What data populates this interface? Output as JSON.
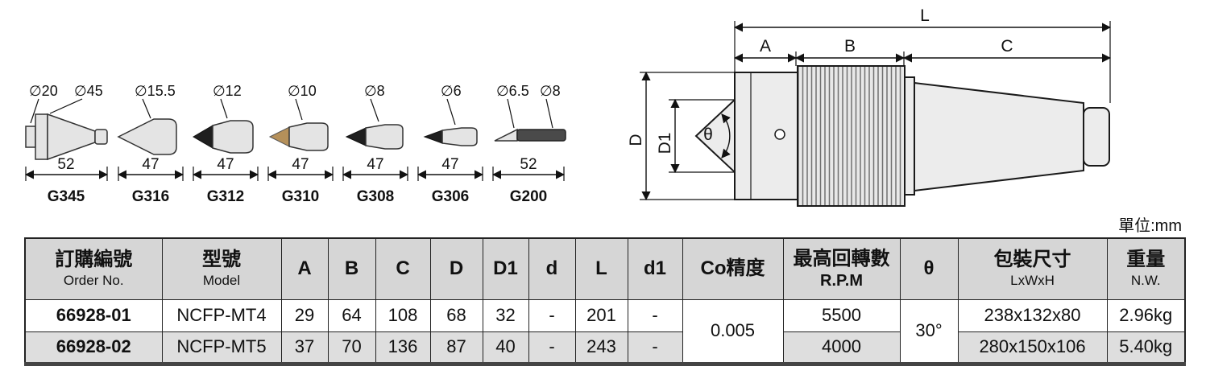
{
  "unit_label": "單位:mm",
  "tips": [
    {
      "model": "G345",
      "labels": [
        "∅20",
        "∅45"
      ],
      "dim": "52"
    },
    {
      "model": "G316",
      "labels": [
        "∅15.5"
      ],
      "dim": "47"
    },
    {
      "model": "G312",
      "labels": [
        "∅12"
      ],
      "dim": "47"
    },
    {
      "model": "G310",
      "labels": [
        "∅10"
      ],
      "dim": "47"
    },
    {
      "model": "G308",
      "labels": [
        "∅8"
      ],
      "dim": "47"
    },
    {
      "model": "G306",
      "labels": [
        "∅6"
      ],
      "dim": "47"
    },
    {
      "model": "G200",
      "labels": [
        "∅6.5",
        "∅8"
      ],
      "dim": "52"
    }
  ],
  "drawing": {
    "L": "L",
    "A": "A",
    "B": "B",
    "C": "C",
    "D": "D",
    "D1": "D1",
    "theta": "θ"
  },
  "table": {
    "headers": [
      {
        "main": "訂購編號",
        "sub": "Order No."
      },
      {
        "main": "型號",
        "sub": "Model"
      },
      {
        "main": "A"
      },
      {
        "main": "B"
      },
      {
        "main": "C"
      },
      {
        "main": "D"
      },
      {
        "main": "D1"
      },
      {
        "main": "d"
      },
      {
        "main": "L"
      },
      {
        "main": "d1"
      },
      {
        "main": "Co精度"
      },
      {
        "main": "最高回轉數",
        "sub": "R.P.M"
      },
      {
        "main": "θ"
      },
      {
        "main": "包裝尺寸",
        "sub": "LxWxH"
      },
      {
        "main": "重量",
        "sub": "N.W."
      }
    ],
    "merged": {
      "co_accuracy": "0.005",
      "theta": "30°"
    },
    "rows": [
      {
        "cells": [
          "66928-01",
          "NCFP-MT4",
          "29",
          "64",
          "108",
          "68",
          "32",
          "-",
          "201",
          "-",
          "5500",
          "238x132x80",
          "2.96kg"
        ]
      },
      {
        "cells": [
          "66928-02",
          "NCFP-MT5",
          "37",
          "70",
          "136",
          "87",
          "40",
          "-",
          "243",
          "-",
          "4000",
          "280x150x106",
          "5.40kg"
        ]
      }
    ]
  }
}
